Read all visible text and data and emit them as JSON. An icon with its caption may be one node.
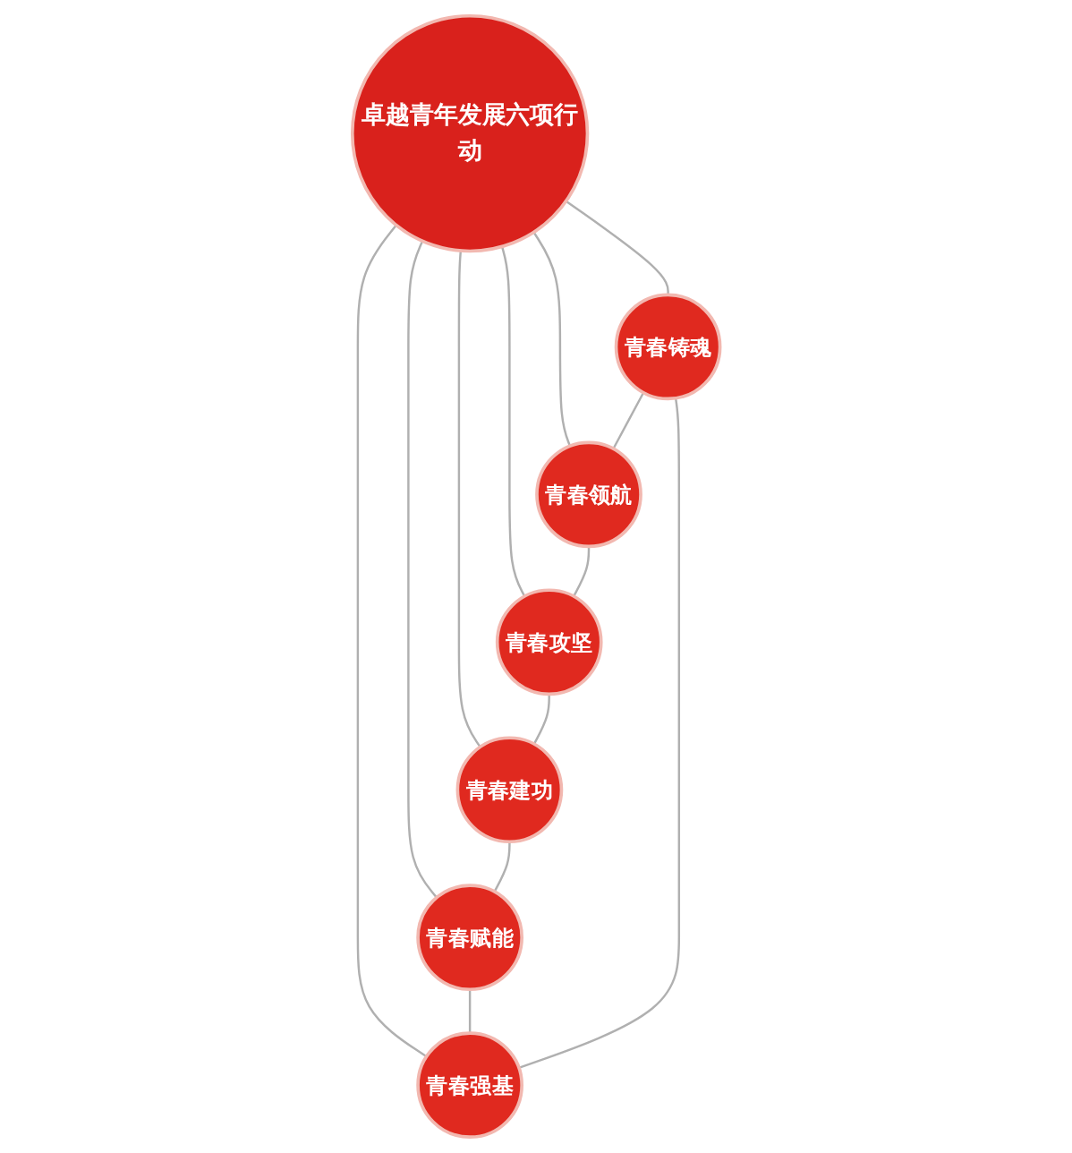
{
  "diagram": {
    "nodes": [
      {
        "text": [
          "卓越青年发展六项行动"
        ]
      },
      {
        "text": [
          "青春铸魂"
        ]
      },
      {
        "text": [
          "青春领航"
        ]
      },
      {
        "text": [
          "青春攻坚"
        ]
      },
      {
        "text": [
          "青春建功"
        ]
      },
      {
        "text": [
          "青春赋能"
        ]
      },
      {
        "text": [
          "青春强基"
        ]
      }
    ],
    "edges": [
      {
        "from": 0,
        "to": 1,
        "arrow": "none"
      },
      {
        "from": 0,
        "to": 2,
        "arrow": "none"
      },
      {
        "from": 0,
        "to": 3,
        "arrow": "none"
      },
      {
        "from": 0,
        "to": 4,
        "arrow": "none"
      },
      {
        "from": 0,
        "to": 5,
        "arrow": "none"
      },
      {
        "from": 0,
        "to": 6,
        "arrow": "none"
      },
      {
        "from": 1,
        "to": 2,
        "arrow": "none"
      },
      {
        "from": 2,
        "to": 3,
        "arrow": "none"
      },
      {
        "from": 3,
        "to": 4,
        "arrow": "none"
      },
      {
        "from": 4,
        "to": 5,
        "arrow": "none"
      },
      {
        "from": 5,
        "to": 6,
        "arrow": "none"
      },
      {
        "from": 6,
        "to": 1,
        "arrow": "none"
      }
    ]
  }
}
